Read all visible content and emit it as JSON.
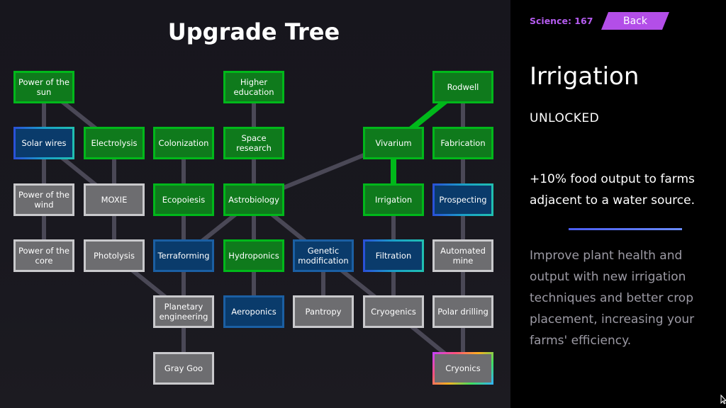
{
  "title": "Upgrade Tree",
  "nodes": [
    {
      "id": "power_sun",
      "label": "Power of the sun",
      "state": "unlocked",
      "col": 0,
      "row": 0
    },
    {
      "id": "solar_wires",
      "label": "Solar wires",
      "state": "sel-blue",
      "col": 0,
      "row": 1
    },
    {
      "id": "power_wind",
      "label": "Power of the wind",
      "state": "locked",
      "col": 0,
      "row": 2
    },
    {
      "id": "power_core",
      "label": "Power of the core",
      "state": "locked",
      "col": 0,
      "row": 3
    },
    {
      "id": "electrolysis",
      "label": "Electrolysis",
      "state": "unlocked",
      "col": 1,
      "row": 1
    },
    {
      "id": "moxie",
      "label": "MOXIE",
      "state": "locked",
      "col": 1,
      "row": 2
    },
    {
      "id": "photolysis",
      "label": "Photolysis",
      "state": "locked",
      "col": 1,
      "row": 3
    },
    {
      "id": "colonization",
      "label": "Colonization",
      "state": "unlocked",
      "col": 2,
      "row": 1
    },
    {
      "id": "ecopoiesis",
      "label": "Ecopoiesis",
      "state": "unlocked",
      "col": 2,
      "row": 2
    },
    {
      "id": "terraforming",
      "label": "Terraforming",
      "state": "available",
      "col": 2,
      "row": 3
    },
    {
      "id": "planetary_eng",
      "label": "Planetary engineering",
      "state": "locked",
      "col": 2,
      "row": 4
    },
    {
      "id": "gray_goo",
      "label": "Gray Goo",
      "state": "locked",
      "col": 2,
      "row": 5
    },
    {
      "id": "higher_ed",
      "label": "Higher education",
      "state": "unlocked",
      "col": 3,
      "row": 0
    },
    {
      "id": "space_research",
      "label": "Space research",
      "state": "unlocked",
      "col": 3,
      "row": 1
    },
    {
      "id": "astrobiology",
      "label": "Astrobiology",
      "state": "unlocked",
      "col": 3,
      "row": 2
    },
    {
      "id": "hydroponics",
      "label": "Hydroponics",
      "state": "unlocked",
      "col": 3,
      "row": 3
    },
    {
      "id": "aeroponics",
      "label": "Aeroponics",
      "state": "available",
      "col": 3,
      "row": 4
    },
    {
      "id": "genetic_mod",
      "label": "Genetic modification",
      "state": "available",
      "col": 4,
      "row": 3
    },
    {
      "id": "pantropy",
      "label": "Pantropy",
      "state": "locked",
      "col": 4,
      "row": 4
    },
    {
      "id": "vivarium",
      "label": "Vivarium",
      "state": "unlocked",
      "col": 5,
      "row": 1
    },
    {
      "id": "irrigation",
      "label": "Irrigation",
      "state": "unlocked",
      "col": 5,
      "row": 2
    },
    {
      "id": "filtration",
      "label": "Filtration",
      "state": "sel-blue",
      "col": 5,
      "row": 3
    },
    {
      "id": "cryogenics",
      "label": "Cryogenics",
      "state": "locked",
      "col": 5,
      "row": 4
    },
    {
      "id": "rodwell",
      "label": "Rodwell",
      "state": "unlocked",
      "col": 6,
      "row": 0
    },
    {
      "id": "fabrication",
      "label": "Fabrication",
      "state": "unlocked",
      "col": 6,
      "row": 1
    },
    {
      "id": "prospecting",
      "label": "Prospecting",
      "state": "sel-blue",
      "col": 6,
      "row": 2
    },
    {
      "id": "automated_mine",
      "label": "Automated mine",
      "state": "locked",
      "col": 6,
      "row": 3
    },
    {
      "id": "polar_drilling",
      "label": "Polar drilling",
      "state": "locked",
      "col": 6,
      "row": 4
    },
    {
      "id": "cryonics",
      "label": "Cryonics",
      "state": "sel-rainbow",
      "col": 6,
      "row": 5
    }
  ],
  "links": [
    {
      "from": "power_sun",
      "to": "solar_wires",
      "style": "gray"
    },
    {
      "from": "solar_wires",
      "to": "power_wind",
      "style": "gray"
    },
    {
      "from": "power_wind",
      "to": "power_core",
      "style": "gray"
    },
    {
      "from": "power_sun",
      "to": "electrolysis",
      "style": "gray"
    },
    {
      "from": "electrolysis",
      "to": "moxie",
      "style": "gray"
    },
    {
      "from": "solar_wires",
      "to": "moxie",
      "style": "gray"
    },
    {
      "from": "moxie",
      "to": "photolysis",
      "style": "gray"
    },
    {
      "from": "photolysis",
      "to": "planetary_eng",
      "style": "gray"
    },
    {
      "from": "colonization",
      "to": "ecopoiesis",
      "style": "gray"
    },
    {
      "from": "ecopoiesis",
      "to": "terraforming",
      "style": "gray"
    },
    {
      "from": "terraforming",
      "to": "planetary_eng",
      "style": "gray"
    },
    {
      "from": "planetary_eng",
      "to": "gray_goo",
      "style": "gray"
    },
    {
      "from": "higher_ed",
      "to": "space_research",
      "style": "gray"
    },
    {
      "from": "space_research",
      "to": "astrobiology",
      "style": "gray"
    },
    {
      "from": "astrobiology",
      "to": "terraforming",
      "style": "gray"
    },
    {
      "from": "astrobiology",
      "to": "hydroponics",
      "style": "gray"
    },
    {
      "from": "astrobiology",
      "to": "genetic_mod",
      "style": "gray"
    },
    {
      "from": "astrobiology",
      "to": "vivarium",
      "style": "gray"
    },
    {
      "from": "hydroponics",
      "to": "aeroponics",
      "style": "gray"
    },
    {
      "from": "genetic_mod",
      "to": "pantropy",
      "style": "gray"
    },
    {
      "from": "genetic_mod",
      "to": "cryogenics",
      "style": "gray"
    },
    {
      "from": "rodwell",
      "to": "vivarium",
      "style": "green"
    },
    {
      "from": "vivarium",
      "to": "irrigation",
      "style": "green"
    },
    {
      "from": "irrigation",
      "to": "filtration",
      "style": "gray"
    },
    {
      "from": "filtration",
      "to": "cryogenics",
      "style": "gray"
    },
    {
      "from": "cryogenics",
      "to": "cryonics",
      "style": "gray"
    },
    {
      "from": "rodwell",
      "to": "fabrication",
      "style": "gray"
    },
    {
      "from": "fabrication",
      "to": "prospecting",
      "style": "gray"
    },
    {
      "from": "prospecting",
      "to": "automated_mine",
      "style": "gray"
    },
    {
      "from": "automated_mine",
      "to": "polar_drilling",
      "style": "gray"
    },
    {
      "from": "polar_drilling",
      "to": "cryonics",
      "style": "gray"
    }
  ],
  "side_panel": {
    "science_label": "Science: 167",
    "back_label": "Back",
    "detail_title": "Irrigation",
    "detail_status": "UNLOCKED",
    "detail_effect": "+10% food output to farms adjacent to a water source.",
    "detail_description": "Improve plant health and output with new irrigation techniques and better crop placement, increasing your farms' efficiency."
  },
  "colors": {
    "unlocked_fill": "#0f7a1c",
    "unlocked_border": "#00b81a",
    "available_fill": "#0a3b6b",
    "locked_fill": "#6d6d70",
    "link_gray": "#4a4856",
    "link_green": "#00b81a",
    "accent_purple": "#b34ee8"
  },
  "icons": {
    "cursor": "mouse-pointer-icon"
  }
}
